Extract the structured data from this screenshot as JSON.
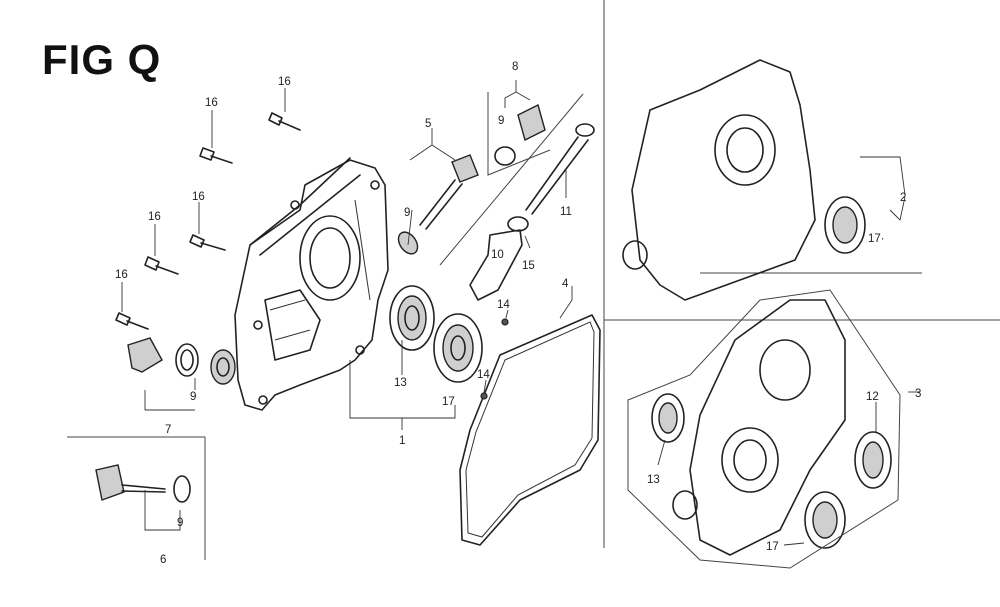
{
  "figure": {
    "title": "FIG Q"
  },
  "callouts": {
    "c1": "1",
    "c2": "2",
    "c3": "3",
    "c4": "4",
    "c5": "5",
    "c6": "6",
    "c7": "7",
    "c8": "8",
    "c9a": "9",
    "c9b": "9",
    "c9c": "9",
    "c9d": "9",
    "c10": "10",
    "c11": "11",
    "c12": "12",
    "c13a": "13",
    "c13b": "13",
    "c14a": "14",
    "c14b": "14",
    "c15": "15",
    "c16a": "16",
    "c16b": "16",
    "c16c": "16",
    "c16d": "16",
    "c16e": "16",
    "c17a": "17",
    "c17b": "17·",
    "c17c": "17"
  }
}
